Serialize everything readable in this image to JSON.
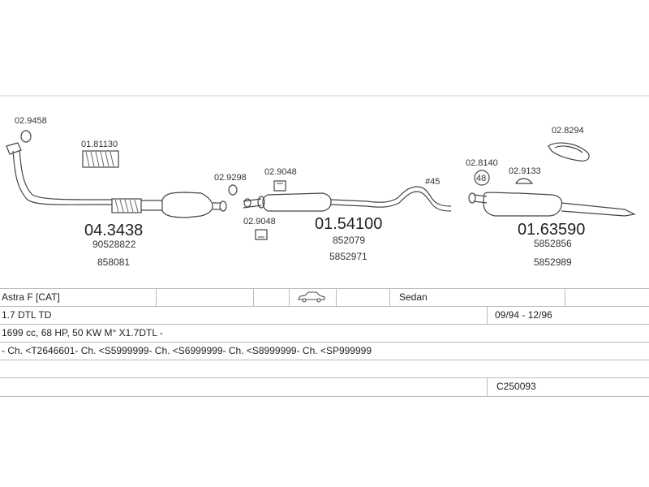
{
  "parts": {
    "ring_left": "02.9458",
    "flex_pipe": "01.81130",
    "front_pipe": {
      "number": "04.3438",
      "ref1": "90528822",
      "ref2": "858081"
    },
    "gasket_a": "02.9298",
    "clamp_top": "02.9048",
    "clamp_bottom": "02.9048",
    "middle": {
      "number": "01.54100",
      "ref1": "852079",
      "ref2": "5852971"
    },
    "pipe_label": "#45",
    "hanger": "02.8140",
    "hanger_num": "48",
    "rubber": "02.9133",
    "strap": "02.8294",
    "rear": {
      "number": "01.63590",
      "ref1": "5852856",
      "ref2": "5852989"
    }
  },
  "table": {
    "model": "Astra F  [CAT]",
    "body": "Sedan",
    "engine": "1.7 DTL TD",
    "years": "09/94 - 12/96",
    "spec": "1699 cc, 68 HP, 50 KW M° X1.7DTL -",
    "chassis": "- Ch. <T2646601- Ch. <S5999999- Ch. <S6999999- Ch. <S8999999- Ch. <SP999999",
    "code": "C250093"
  },
  "colors": {
    "line": "#444444",
    "border": "#bbbbbb"
  }
}
